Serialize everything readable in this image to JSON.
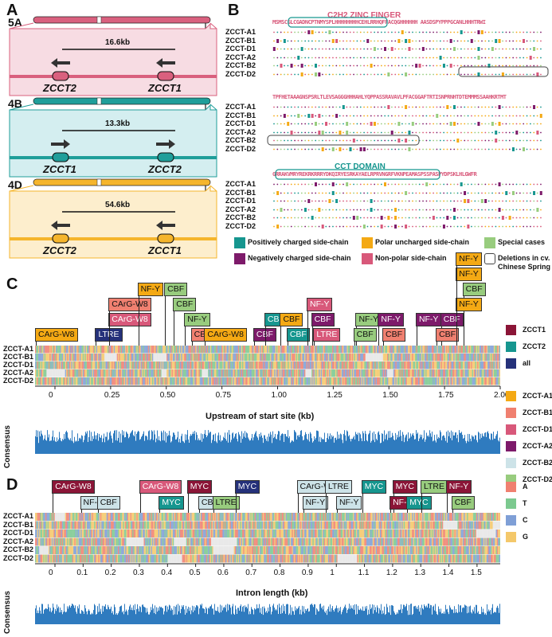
{
  "panel_a": {
    "label": "A",
    "rows": [
      {
        "chr": "5A",
        "distance": "16.6kb",
        "left_gene": "ZCCT2",
        "right_gene": "ZCCT1",
        "color": "#d9607e",
        "fill": "#f7dce3"
      },
      {
        "chr": "4B",
        "distance": "13.3kb",
        "left_gene": "ZCCT1",
        "right_gene": "ZCCT2",
        "color": "#1f9e9a",
        "fill": "#d4eef0"
      },
      {
        "chr": "4D",
        "distance": "54.6kb",
        "left_gene": "ZCCT2",
        "right_gene": "ZCCT1",
        "color": "#f5b52c",
        "fill": "#fdeecd"
      }
    ]
  },
  "panel_b": {
    "label": "B",
    "domain1_title": "C2H2 ZINC FINGER",
    "domain2_title": "CCT DOMAIN",
    "seq_top1": "MSMSCGLCGADNCPTNMYSPLHHHHHHHHCEHLRRHQFFACQGHHHHHH AASDSPYPPPGCANLHHHTRWI",
    "seq_top2": "TPFHETAAAGNSPSRLTLEVSAGGGHHHAHLYQPPASSRAVAVLPFACGGAFTRTISNPRNHTDTEMMMSSAAHKRTMT",
    "seq_top3": "GRRAKVMRYREKRKRRRYDKQIRYESRKAYAELRPRVNGRFVKNPEAMASPSSPASPYDPSKLHLGWFR",
    "species": [
      "ZCCT-A1",
      "ZCCT-B1",
      "ZCCT-D1",
      "ZCCT-A2",
      "ZCCT-B2",
      "ZCCT-D2"
    ],
    "legend": [
      {
        "label": "Positively charged side-chain",
        "color": "#16968f"
      },
      {
        "label": "Polar uncharged side-chain",
        "color": "#f4a914"
      },
      {
        "label": "Special cases",
        "color": "#98cc7e"
      },
      {
        "label": "Negatively charged side-chain",
        "color": "#7d1a6a"
      },
      {
        "label": "Non-polar side-chain",
        "color": "#d8587a"
      },
      {
        "label": "Deletions in cv.",
        "label2": "Chinese Spring",
        "color": "#ffffff"
      }
    ]
  },
  "panel_c": {
    "label": "C",
    "xlabel": "Upstream of start site (kb)",
    "ticks": [
      "0",
      "0.25",
      "0.50",
      "0.75",
      "1.00",
      "1.25",
      "1.50",
      "1.75",
      "2.00"
    ],
    "species": [
      "ZCCT-A1",
      "ZCCT-B1",
      "ZCCT-D1",
      "ZCCT-A2",
      "ZCCT-D2"
    ],
    "consensus_label": "Consensus",
    "motifs": [
      {
        "text": "CArG-W8",
        "color": "#f4a914",
        "pos": 0.0,
        "row": 0
      },
      {
        "text": "LTRE",
        "color": "#25317a",
        "pos": 0.27,
        "row": 0
      },
      {
        "text": "CArG-W8",
        "color": "#d8587a",
        "pos": 0.33,
        "row": 1
      },
      {
        "text": "CArG-W8",
        "color": "#f08070",
        "pos": 0.33,
        "row": 2
      },
      {
        "text": "NF-Y",
        "color": "#f4a914",
        "pos": 0.46,
        "row": 3
      },
      {
        "text": "CBF",
        "color": "#98cc7e",
        "pos": 0.58,
        "row": 3
      },
      {
        "text": "CBF",
        "color": "#98cc7e",
        "pos": 0.62,
        "row": 2
      },
      {
        "text": "NF-Y",
        "color": "#98cc7e",
        "pos": 0.67,
        "row": 1
      },
      {
        "text": "CBF",
        "color": "#f08070",
        "pos": 0.7,
        "row": 0
      },
      {
        "text": "CArG-W8",
        "color": "#f4a914",
        "pos": 0.76,
        "row": 0
      },
      {
        "text": "CBF",
        "color": "#7d1a6a",
        "pos": 0.98,
        "row": 0
      },
      {
        "text": "CBF",
        "color": "#16968f",
        "pos": 1.03,
        "row": 1
      },
      {
        "text": "CBF",
        "color": "#f4a914",
        "pos": 1.1,
        "row": 1
      },
      {
        "text": "CBF",
        "color": "#16968f",
        "pos": 1.13,
        "row": 0
      },
      {
        "text": "NF-Y",
        "color": "#d8587a",
        "pos": 1.22,
        "row": 2
      },
      {
        "text": "CBF",
        "color": "#7d1a6a",
        "pos": 1.24,
        "row": 1
      },
      {
        "text": "LTRE",
        "color": "#d8587a",
        "pos": 1.25,
        "row": 0
      },
      {
        "text": "NF-Y",
        "color": "#98cc7e",
        "pos": 1.44,
        "row": 1
      },
      {
        "text": "CBF",
        "color": "#98cc7e",
        "pos": 1.43,
        "row": 0
      },
      {
        "text": "NF-Y",
        "color": "#7d1a6a",
        "pos": 1.54,
        "row": 1
      },
      {
        "text": "CBF",
        "color": "#f08070",
        "pos": 1.56,
        "row": 0
      },
      {
        "text": "NF-Y",
        "color": "#7d1a6a",
        "pos": 1.71,
        "row": 1
      },
      {
        "text": "CBF",
        "color": "#7d1a6a",
        "pos": 1.82,
        "row": 1
      },
      {
        "text": "CBF",
        "color": "#f08070",
        "pos": 1.8,
        "row": 0
      },
      {
        "text": "NF-Y",
        "color": "#f4a914",
        "pos": 1.89,
        "row": 4
      },
      {
        "text": "CBF",
        "color": "#98cc7e",
        "pos": 1.92,
        "row": 3
      },
      {
        "text": "NF-Y",
        "color": "#f4a914",
        "pos": 1.89,
        "row": 2
      },
      {
        "text": "NF-Y",
        "color": "#f4a914",
        "pos": 1.89,
        "row": 5
      }
    ],
    "legend": [
      {
        "label": "ZCCT1",
        "color": "#8b1537"
      },
      {
        "label": "ZCCT2",
        "color": "#16968f"
      },
      {
        "label": "all",
        "color": "#25317a"
      },
      {
        "label": "ZCCT-A1",
        "color": "#f4a914"
      },
      {
        "label": "ZCCT-B1",
        "color": "#f08070"
      },
      {
        "label": "ZCCT-D1",
        "color": "#d8587a"
      },
      {
        "label": "ZCCT-A2",
        "color": "#7d1a6a"
      },
      {
        "label": "ZCCT-B2",
        "color": "#cde3e8"
      },
      {
        "label": "ZCCT-D2",
        "color": "#98cc7e"
      }
    ]
  },
  "panel_d": {
    "label": "D",
    "xlabel": "Intron length (kb)",
    "ticks": [
      "0",
      "0.1",
      "0.2",
      "0.3",
      "0.4",
      "0.5",
      "0.6",
      "0.7",
      "0.8",
      "0.9",
      "1",
      "1.1",
      "1.2",
      "1.3",
      "1.4",
      "1.5"
    ],
    "species": [
      "ZCCT-A1",
      "ZCCT-B1",
      "ZCCT-D1",
      "ZCCT-A2",
      "ZCCT-B2",
      "ZCCT-D2"
    ],
    "consensus_label": "Consensus",
    "motifs": [
      {
        "text": "CArG-W8",
        "color": "#8b1537",
        "pos": 0.06,
        "row": 1
      },
      {
        "text": "NF-Y",
        "color": "#cde3e8",
        "pos": 0.16,
        "row": 0
      },
      {
        "text": "CBF",
        "color": "#cde3e8",
        "pos": 0.22,
        "row": 0
      },
      {
        "text": "CArG-W8",
        "color": "#d8587a",
        "pos": 0.37,
        "row": 1
      },
      {
        "text": "MYC",
        "color": "#16968f",
        "pos": 0.44,
        "row": 0
      },
      {
        "text": "MYC",
        "color": "#8b1537",
        "pos": 0.54,
        "row": 1
      },
      {
        "text": "CBF",
        "color": "#cde3e8",
        "pos": 0.58,
        "row": 0
      },
      {
        "text": "LTRE",
        "color": "#98cc7e",
        "pos": 0.63,
        "row": 0
      },
      {
        "text": "MYC",
        "color": "#25317a",
        "pos": 0.71,
        "row": 1
      },
      {
        "text": "CArG-W8",
        "color": "#cde3e8",
        "pos": 0.93,
        "row": 1
      },
      {
        "text": "NF-Y",
        "color": "#cde3e8",
        "pos": 0.95,
        "row": 0
      },
      {
        "text": "LTRE",
        "color": "#cde3e8",
        "pos": 1.03,
        "row": 1
      },
      {
        "text": "NF-Y",
        "color": "#cde3e8",
        "pos": 1.07,
        "row": 0
      },
      {
        "text": "MYC",
        "color": "#16968f",
        "pos": 1.16,
        "row": 1
      },
      {
        "text": "MYC",
        "color": "#8b1537",
        "pos": 1.27,
        "row": 1
      },
      {
        "text": "NF-Y",
        "color": "#8b1537",
        "pos": 1.26,
        "row": 0
      },
      {
        "text": "MYC",
        "color": "#16968f",
        "pos": 1.32,
        "row": 0
      },
      {
        "text": "LTRE",
        "color": "#98cc7e",
        "pos": 1.37,
        "row": 1
      },
      {
        "text": "NF-Y",
        "color": "#8b1537",
        "pos": 1.46,
        "row": 1
      },
      {
        "text": "CBF",
        "color": "#98cc7e",
        "pos": 1.48,
        "row": 0
      }
    ],
    "legend": [
      {
        "label": "A",
        "color": "#f08070"
      },
      {
        "label": "T",
        "color": "#7cc98f"
      },
      {
        "label": "C",
        "color": "#7f9fd6"
      },
      {
        "label": "G",
        "color": "#f4c86a"
      }
    ]
  }
}
